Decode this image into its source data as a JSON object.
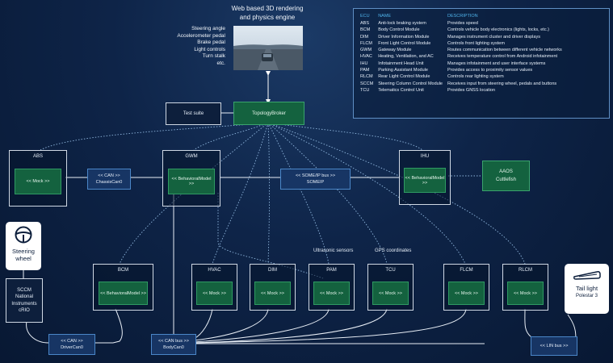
{
  "engine": {
    "title_line1": "Web based 3D rendering",
    "title_line2": "and physics engine"
  },
  "signals": [
    "Steering angle",
    "Accelerometer pedal",
    "Brake pedal",
    "Light controls",
    "Turn stalk",
    "etc."
  ],
  "test_suite": "Test suite",
  "topology_broker": "TopologyBroker",
  "nodes": {
    "abs": {
      "label": "ABS",
      "inner": "<< Mock >>"
    },
    "gwm": {
      "label": "GWM",
      "inner": "<< BehavioralModel >>"
    },
    "ihu": {
      "label": "IHU",
      "inner": "<< BehavioralModel >>"
    },
    "bcm": {
      "label": "BCM",
      "inner": "<< BehavioralModel >>"
    },
    "hvac": {
      "label": "HVAC",
      "inner": "<< Mock >>"
    },
    "dim": {
      "label": "DIM",
      "inner": "<< Mock >>"
    },
    "pam": {
      "label": "PAM",
      "inner": "<< Mock >>"
    },
    "tcu": {
      "label": "TCU",
      "inner": "<< Mock >>"
    },
    "flcm": {
      "label": "FLCM",
      "inner": "<< Mock >>"
    },
    "rlcm": {
      "label": "RLCM",
      "inner": "<< Mock >>"
    }
  },
  "aaos": {
    "line1": "AAOS",
    "line2": "Cuttlefish"
  },
  "buses": {
    "can_chassis": {
      "line1": "<< CAN >>",
      "line2": "ChassisCan0"
    },
    "someip": {
      "line1": "<< SOME/IP bus >>",
      "line2": "SOMEIP"
    },
    "can_driver": {
      "line1": "<< CAN >>",
      "line2": "DriverCan0"
    },
    "can_body": {
      "line1": "<< CAN bus >>",
      "line2": "BodyCan0"
    },
    "lin": {
      "line1": "<< LIN bus >>"
    }
  },
  "sensor_labels": {
    "ultrasonic": "Ultrasonic sensors",
    "gps": "GPS coordinates"
  },
  "steering": {
    "line1": "Steering",
    "line2": "wheel"
  },
  "sccm_box": [
    "SCCM",
    "National",
    "Instruments",
    "cRIO"
  ],
  "tail_light": {
    "line1": "Tail light",
    "line2": "Polestar 3"
  },
  "legend": {
    "headers": [
      "ECU",
      "NAME",
      "DESCRIPTION"
    ],
    "rows": [
      [
        "ABS",
        "Anti-lock braking system",
        "Provides speed"
      ],
      [
        "BCM",
        "Body Control Module",
        "Controls vehicle body electronics (lights, locks, etc.)"
      ],
      [
        "DIM",
        "Driver Information Module",
        "Manages instrument cluster and driver displays"
      ],
      [
        "FLCM",
        "Front Light Control Module",
        "Controls front lighting system"
      ],
      [
        "GWM",
        "Gateway Module",
        "Routes communication between different vehicle networks"
      ],
      [
        "HVAC",
        "Heating, Ventilation, and AC",
        "Receives temperature control from Android infotainment"
      ],
      [
        "IHU",
        "Infotainment Head Unit",
        "Manages infotainment and user interface systems"
      ],
      [
        "PAM",
        "Parking Assistant Module",
        "Provides access to proximity sensor values"
      ],
      [
        "RLCM",
        "Rear Light Control Module",
        "Controls rear lighting system"
      ],
      [
        "SCCM",
        "Steering Column Control Module",
        "Receives input from steering wheel, pedals and buttons"
      ],
      [
        "TCU",
        "Telematics Control Unit",
        "Provides GNSS location"
      ]
    ]
  }
}
